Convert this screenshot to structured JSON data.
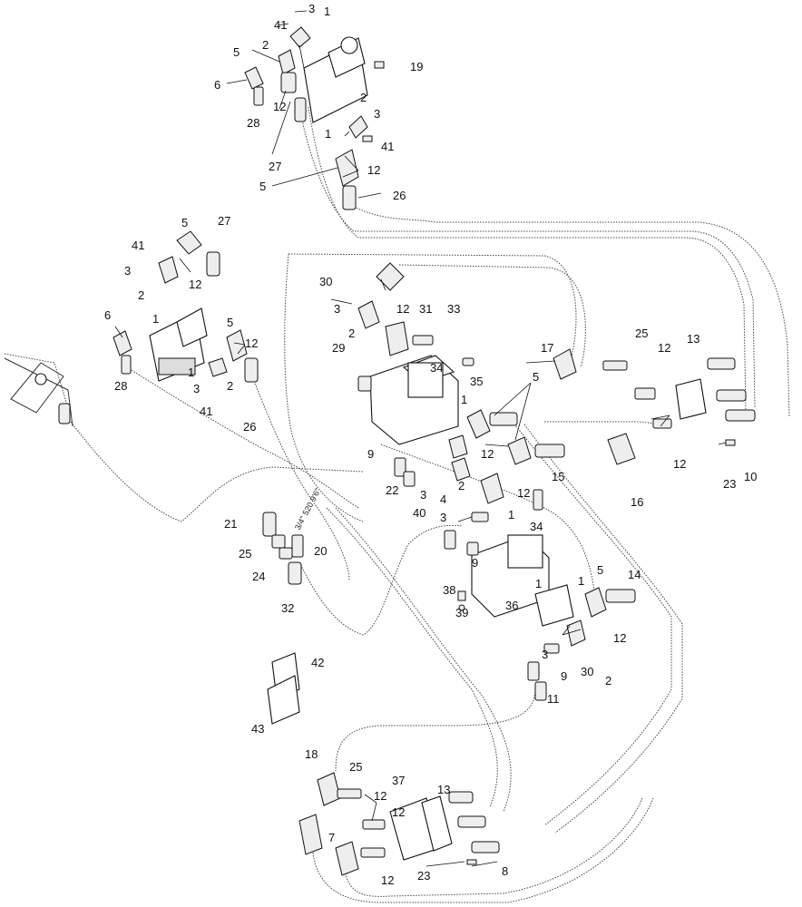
{
  "hose_note": "3/4\" 520 9'6\"",
  "callouts": {
    "c3a": "3",
    "c41a": "41",
    "c2a": "2",
    "c1a": "1",
    "c5a": "5",
    "c19": "19",
    "c6a": "6",
    "c12a": "12",
    "c28a": "28",
    "c2b": "2",
    "c3b": "3",
    "c1b": "1",
    "c41b": "41",
    "c27a": "27",
    "c12b": "12",
    "c5b": "5",
    "c26a": "26",
    "c5c": "5",
    "c27b": "27",
    "c41c": "41",
    "c3c": "3",
    "c12c": "12",
    "c2c": "2",
    "c6b": "6",
    "c1c": "1",
    "c5d": "5",
    "c12d": "12",
    "c28b": "28",
    "c1d": "1",
    "c3d": "3",
    "c2d": "2",
    "c41d": "41",
    "c26b": "26",
    "c30a": "30",
    "c3e": "3",
    "c12e": "12",
    "c31": "31",
    "c33": "33",
    "c2e": "2",
    "c17": "17",
    "c25a": "25",
    "c12f": "12",
    "c13a": "13",
    "c29": "29",
    "c34a": "34",
    "c35": "35",
    "c5e": "5",
    "c1e": "1",
    "c9a": "9",
    "c12g": "12",
    "c15": "15",
    "c3f": "3",
    "c2f": "2",
    "c4": "4",
    "c12h": "12",
    "c16": "16",
    "c12i": "12",
    "c23a": "23",
    "c10": "10",
    "c22": "22",
    "c40": "40",
    "c3g": "3",
    "c1f": "1",
    "c34b": "34",
    "c21": "21",
    "c25b": "25",
    "c24": "24",
    "c20": "20",
    "c32": "32",
    "c9b": "9",
    "c38": "38",
    "c39": "39",
    "c36": "36",
    "c1g": "1",
    "c1h": "1",
    "c5f": "5",
    "c14": "14",
    "c12j": "12",
    "c3h": "3",
    "c30b": "30",
    "c2g": "2",
    "c9c": "9",
    "c11": "11",
    "c42": "42",
    "c43": "43",
    "c18": "18",
    "c25c": "25",
    "c37": "37",
    "c13b": "13",
    "c12k": "12",
    "c12l": "12",
    "c7": "7",
    "c12m": "12",
    "c23b": "23",
    "c8": "8"
  }
}
